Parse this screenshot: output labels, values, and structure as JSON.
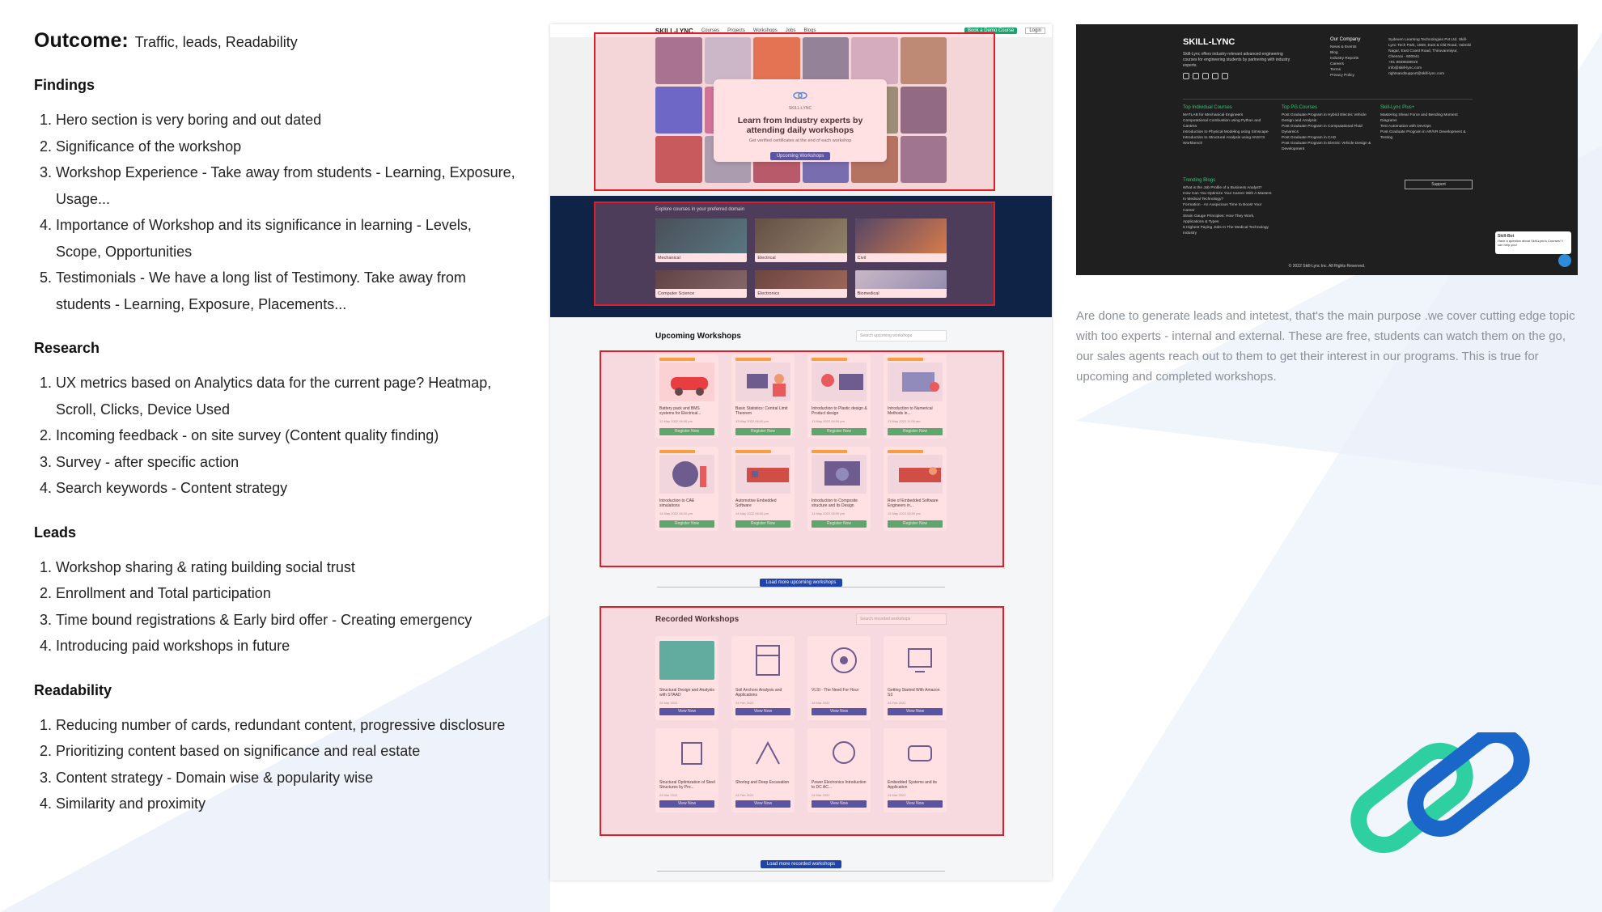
{
  "outcome": {
    "label": "Outcome:",
    "value": "Traffic, leads, Readability"
  },
  "sections": {
    "findings": {
      "title": "Findings",
      "items": [
        "Hero section is very boring and out dated",
        "Significance of the workshop",
        "Workshop Experience - Take away from students - Learning, Exposure, Usage...",
        "Importance of Workshop and its significance in learning - Levels, Scope, Opportunities",
        "Testimonials - We have a long list of Testimony. Take away from students - Learning, Exposure, Placements..."
      ]
    },
    "research": {
      "title": "Research",
      "items": [
        "UX metrics based on Analytics data for the current page? Heatmap, Scroll, Clicks, Device Used",
        "Incoming feedback - on site survey (Content quality finding)",
        "Survey - after specific action",
        "Search keywords - Content strategy"
      ]
    },
    "leads": {
      "title": "Leads",
      "items": [
        "Workshop sharing & rating building social trust",
        "Enrollment and Total participation",
        "Time bound registrations & Early bird offer - Creating emergency",
        "Introducing paid workshops in future"
      ]
    },
    "readability": {
      "title": "Readability",
      "items": [
        "Reducing number of cards, redundant content, progressive disclosure",
        "Prioritizing content based on significance and real estate",
        "Content strategy - Domain wise & popularity wise",
        "Similarity and proximity"
      ]
    }
  },
  "site": {
    "nav": {
      "logo": "SKILL-LYNC",
      "links": [
        "Courses",
        "Projects",
        "Workshops",
        "Jobs",
        "Blogs"
      ],
      "industry_btn": "Book a Demo Course",
      "login": "Login"
    },
    "hero": {
      "logo": "SKILL-LYNC",
      "title": "Learn from Industry experts by attending daily workshops",
      "subtitle": "Get verified certificates at the end of each workshop",
      "cta": "Upcoming Workshops"
    },
    "domain": {
      "label": "Explore courses in your preferred domain",
      "cards": [
        "Mechanical",
        "Electrical",
        "Civil",
        "Computer Science",
        "Electronics",
        "Biomedical"
      ]
    },
    "upcoming": {
      "title": "Upcoming Workshops",
      "search_placeholder": "Search upcoming workshops",
      "register_label": "Register Now",
      "load_more": "Load more upcoming workshops",
      "cards": [
        {
          "title": "Battery pack and BMS systems for Electrical...",
          "date": "12 May 2022 06:00 pm"
        },
        {
          "title": "Basic Statistics: Central Limit Theorem",
          "date": "13 May 2022 06:00 pm"
        },
        {
          "title": "Introduction to Plastic design & Product design",
          "date": "13 May 2022 06:00 pm"
        },
        {
          "title": "Introduction to Numerical Methods in...",
          "date": "13 May 2022 11:00 am"
        },
        {
          "title": "Introduction to CAE simulations",
          "date": "14 May 2022 06:00 pm"
        },
        {
          "title": "Automotive Embedded Software",
          "date": "14 May 2022 06:00 pm"
        },
        {
          "title": "Introduction to Composite structure and its Design",
          "date": "14 May 2022 06:00 pm"
        },
        {
          "title": "Role of Embedded Software Engineers in...",
          "date": "15 May 2022 06:00 pm"
        }
      ]
    },
    "recorded": {
      "title": "Recorded Workshops",
      "search_placeholder": "Search recorded workshops",
      "view_label": "View Now",
      "load_more": "Load more recorded workshops",
      "cards": [
        {
          "title": "Structural Design and Analysis with STAAD",
          "date": "25 Mar 2022"
        },
        {
          "title": "Soil Anchors Analysis and Applications",
          "date": "24 Feb 2022"
        },
        {
          "title": "VLSI - The Need For Hour",
          "date": "18 Mar 2022"
        },
        {
          "title": "Getting Started With Amazon S3",
          "date": "24 Feb 2022"
        },
        {
          "title": "Structural Optimization of Steel Structures by Pre...",
          "date": "24 Mar 2022"
        },
        {
          "title": "Shoring and Deep Excavation",
          "date": "24 Feb 2022"
        },
        {
          "title": "Power Electronics Introduction to DC AC...",
          "date": "24 Mar 2022"
        },
        {
          "title": "Embedded Systems and its Application",
          "date": "24 Mar 2022"
        }
      ]
    }
  },
  "footer": {
    "logo": "SKILL-LYNC",
    "desc": "Skill-Lync offers industry relevant advanced engineering courses for engineering students by partnering with industry experts.",
    "company_title": "Our Company",
    "company_links": [
      "News & Events",
      "Blog",
      "Industry Reports",
      "Careers",
      "Terms",
      "Privacy Policy"
    ],
    "address": "Sydeven Learning Technologies Pvt Ltd. Skill-Lync Tech Park, 1558, East & Old Road, Valmiki Nagar, East Coast Road, Thiruvanmiyur, Chennai - 600041",
    "phone": "+91 8939508919",
    "email1": "info@skill-lync.com",
    "email2": "rightsandsupport@skill-lync.com",
    "top_courses_title": "Top Individual Courses",
    "top_courses": [
      "MATLAB for Mechanical Engineers",
      "Computational Combustion using Python and Cantera",
      "Introduction to Physical Modeling using Simscape",
      "Introduction to Structural Analysis using ANSYS Workbench"
    ],
    "top_pg_title": "Top PG Courses",
    "top_pg": [
      "Post Graduate Program in Hybrid Electric Vehicle Design and Analysis",
      "Post Graduate Program in Computational Fluid Dynamics",
      "Post Graduate Program in CAD",
      "Post Graduate Program in Electric Vehicle Design & Development"
    ],
    "plus_title": "Skill-Lync Plus+",
    "plus": [
      "Mastering Shear Force and Bending Moment Diagrams",
      "Test Automation with DevOps",
      "Post Graduate Program in AR/VR Development & Testing"
    ],
    "blogs_title": "Trending Blogs",
    "blogs": [
      "What is the Job Profile of a Business Analyst?",
      "How Can You Optimize Your Career With A Masters In Medical Technology?",
      "Formation - An Auspicious Time to Boost Your Career",
      "Strain Gauge Principles: How They Work, Applications & Types",
      "5 Highest Paying Jobs In The Medical Technology Industry"
    ],
    "support": "Support",
    "copyright": "© 2022 Skill-Lync Inc. All Rights Reserved.",
    "chat_title": "Skill-Bot",
    "chat_text": "Have a question about Skill-Lync's Courses? I can help you!"
  },
  "note": "Are done to generate leads and intetest, that's the main purpose .we cover cutting edge topic with too experts - internal and external. These are free, students can watch them on the go, our sales agents reach out to them to get their interest in our programs. This is true for upcoming and completed workshops.",
  "colors": {
    "accent_red": "#e11d27",
    "brand_blue": "#1f43a8",
    "register_green": "#27ae60",
    "chain_green": "#2ecfa0",
    "chain_blue": "#1b66c9"
  },
  "icons": {
    "chain": "link-icon"
  }
}
